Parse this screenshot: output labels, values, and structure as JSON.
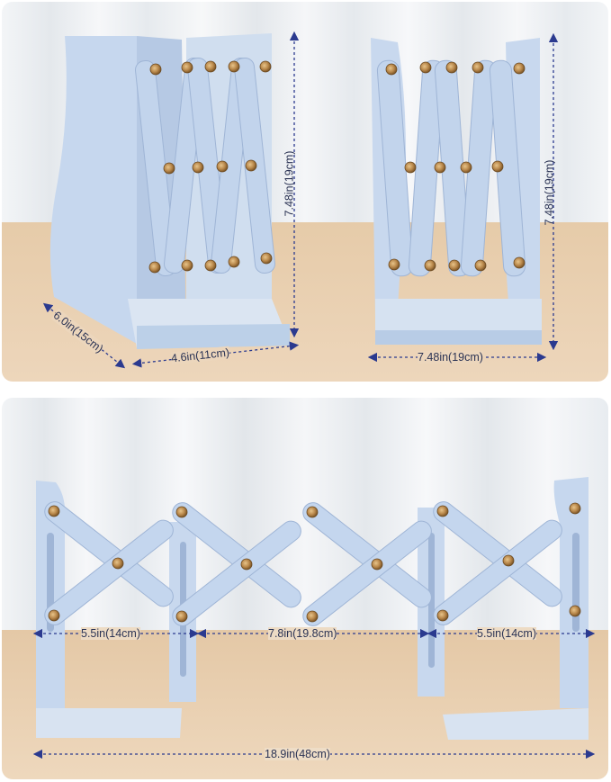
{
  "dimensions": {
    "closed_depth": "6.0in(15cm)",
    "closed_width": "4.6in(11cm)",
    "closed_height": "7.48in(19cm)",
    "front_height": "7.48in(19cm)",
    "front_width": "7.48in(19cm)",
    "left_section": "5.5in(14cm)",
    "middle_section": "7.8in(19.8cm)",
    "right_section": "5.5in(14cm)",
    "total_length": "18.9in(48cm)"
  },
  "colors": {
    "metal": "#c9d9ee",
    "metal_shade": "#aabfdc",
    "metal_dark": "#8fa6c7",
    "rivet": "#b8874a",
    "wood": "#e8cfb0",
    "curtain": "#eef1f4",
    "dim_line": "#2b3a8f"
  }
}
